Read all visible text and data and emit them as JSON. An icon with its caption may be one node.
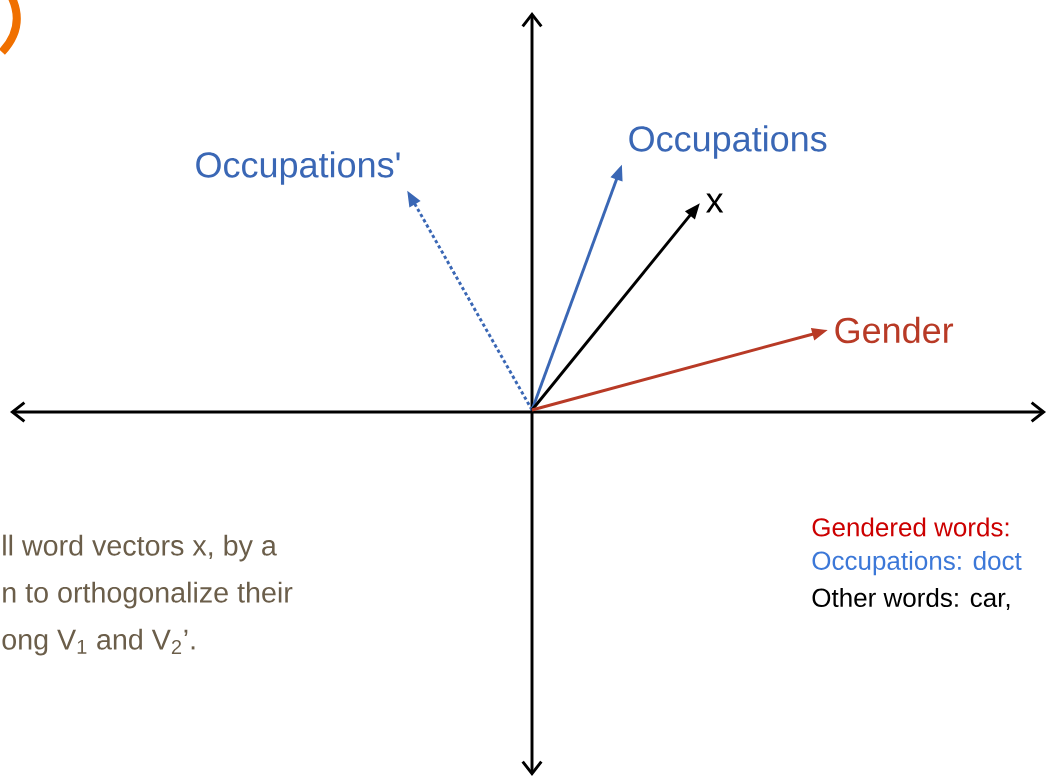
{
  "diagram": {
    "nodes": [
      {
        "text": [
          "Occupations'"
        ]
      },
      {
        "text": [
          "Occupations"
        ]
      },
      {
        "text": [
          "x"
        ]
      },
      {
        "text": [
          "Gender"
        ]
      }
    ],
    "edges": [
      {
        "from": null,
        "to": 0,
        "arrow": "to",
        "style": "dashed",
        "color": "#3a67b5"
      },
      {
        "from": null,
        "to": 1,
        "arrow": "to",
        "color": "#3a67b5"
      },
      {
        "from": null,
        "to": 2,
        "arrow": "to",
        "color": "#000000"
      },
      {
        "from": null,
        "to": 3,
        "arrow": "to",
        "color": "#b83a26"
      }
    ],
    "labels": [
      "ll word vectors x, by a",
      "n to orthogonalize their",
      "ong V$_{1}$ and V$_{2}$’.",
      "Gendered words:",
      "Occupations: doct",
      "Other words: car,"
    ]
  }
}
